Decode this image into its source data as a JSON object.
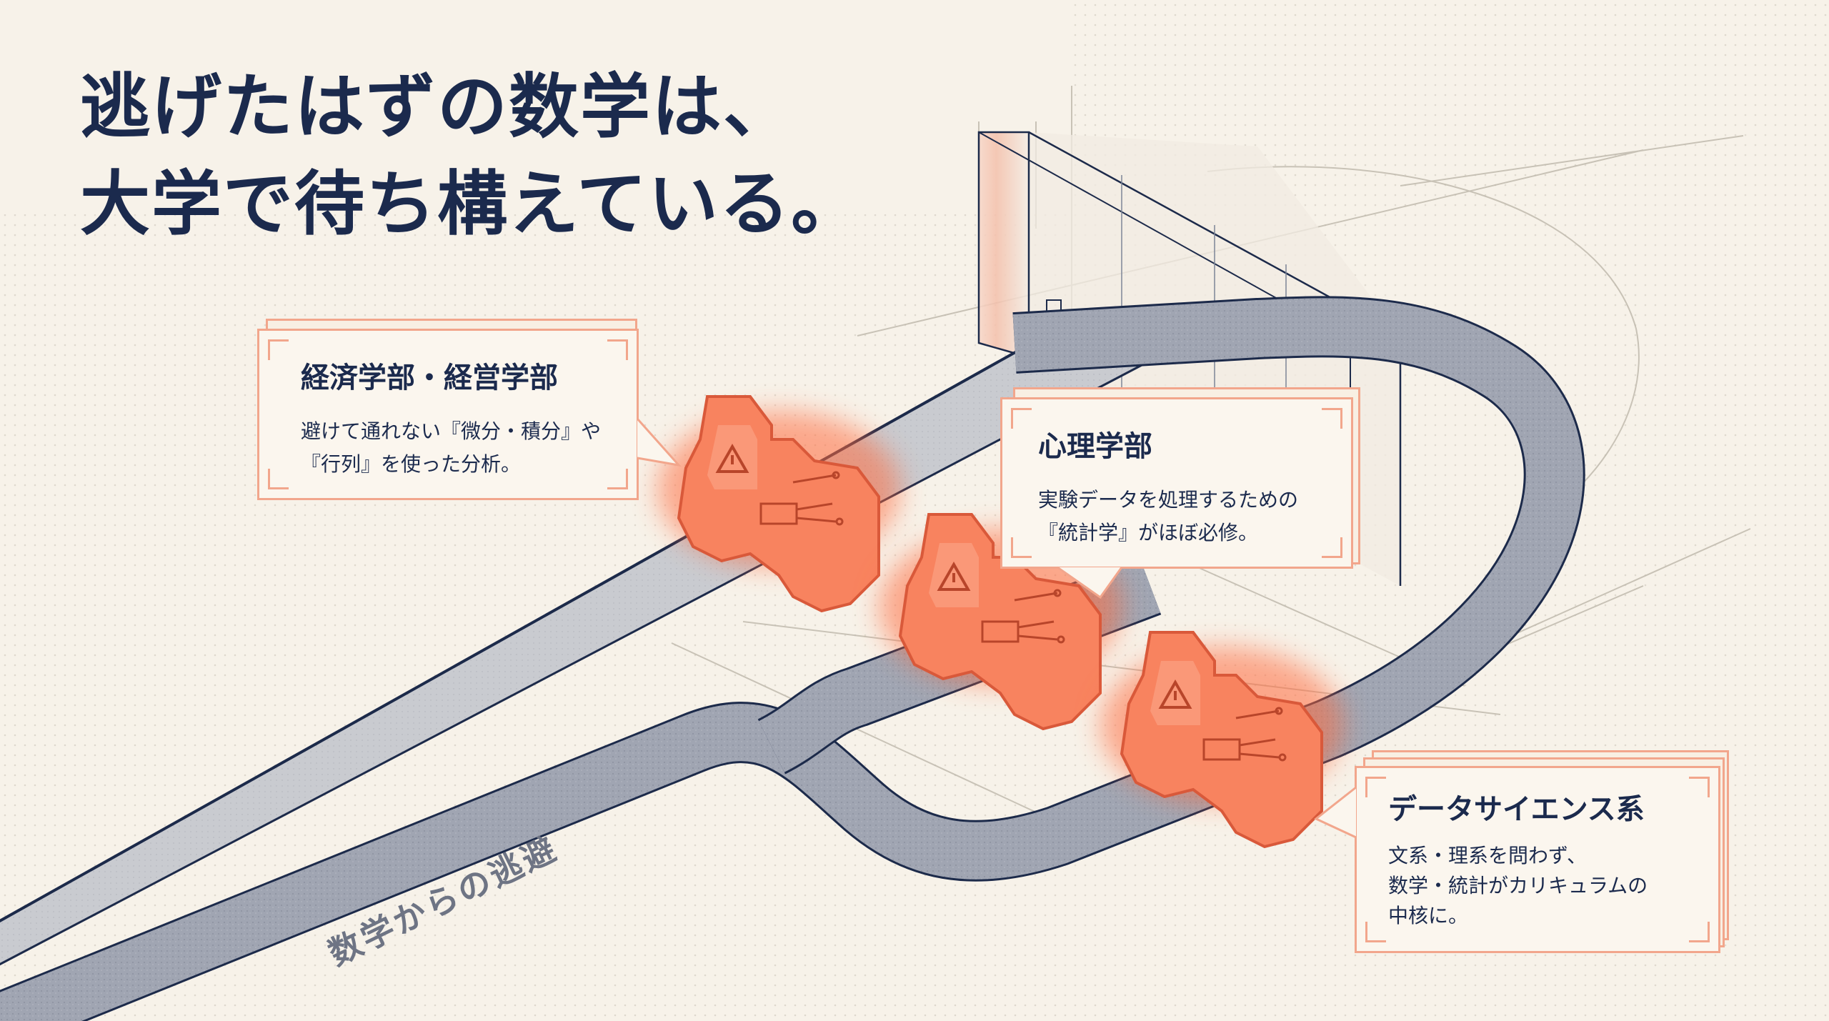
{
  "title": {
    "line1": "逃げたはずの数学は、",
    "line2": "大学で待ち構えている。"
  },
  "road_label": "数学からの逃避",
  "callouts": [
    {
      "title": "経済学部・経営学部",
      "body": [
        "避けて通れない『微分・積分』や",
        "『行列』を使った分析。"
      ]
    },
    {
      "title": "心理学部",
      "body": [
        "実験データを処理するための",
        "『統計学』がほぼ必修。"
      ]
    },
    {
      "title": "データサイエンス系",
      "body": [
        "文系・理系を問わず、",
        "数学・統計がカリキュラムの",
        "中核に。"
      ]
    }
  ],
  "colors": {
    "background": "#f7f2e9",
    "navy": "#1b2a4d",
    "road": "#9ba1af",
    "barrier": "#f4886a",
    "card_border": "#f2a68c"
  },
  "icons": [
    "warning-icon",
    "circuit-icon"
  ]
}
